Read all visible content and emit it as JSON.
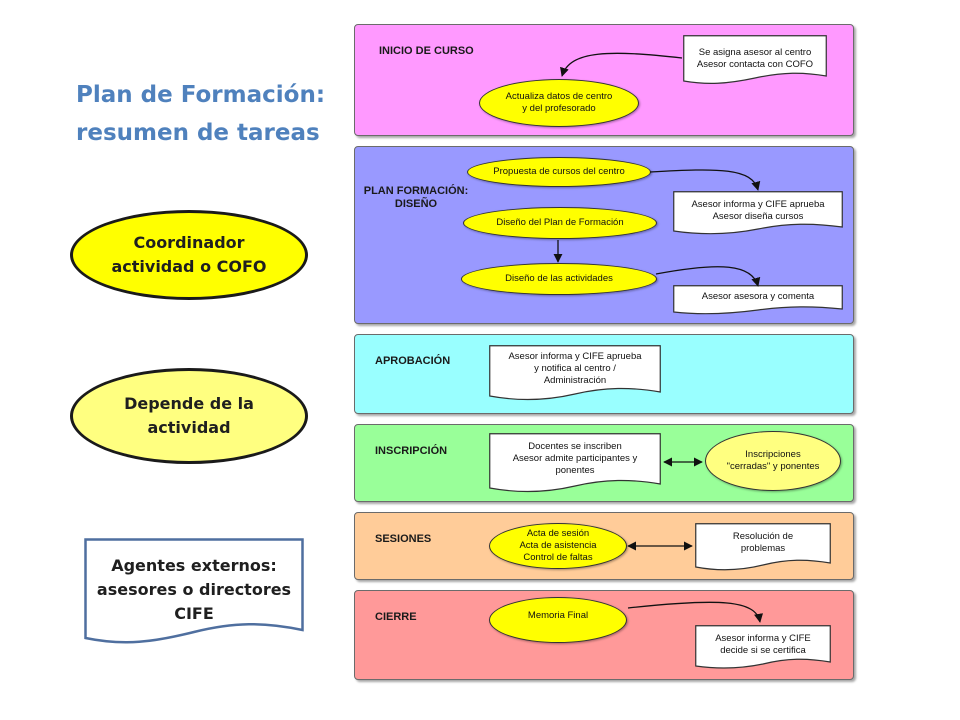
{
  "title": {
    "line1": "Plan de Formación:",
    "line2": "resumen de tareas"
  },
  "legend": {
    "coordinador": {
      "line1": "Coordinador",
      "line2": "actividad o COFO"
    },
    "depende": {
      "line1": "Depende de la",
      "line2": "actividad"
    },
    "externos": {
      "line1": "Agentes externos:",
      "line2": "asesores o directores",
      "line3": "CIFE"
    }
  },
  "colors": {
    "inicio": "#ff99ff",
    "diseno": "#9999ff",
    "aprobacion": "#99ffff",
    "inscripcion": "#99ff99",
    "sesiones": "#ffcc99",
    "cierre": "#ff9999",
    "yellow": "#ffff00",
    "light_yellow": "#ffff80",
    "title": "#4f81bd"
  },
  "bands": {
    "inicio": {
      "label": "INICIO DE CURSO",
      "doc": {
        "line1": "Se asigna asesor al centro",
        "line2": "Asesor contacta con COFO"
      },
      "oval": {
        "line1": "Actualiza datos de centro",
        "line2": "y del profesorado"
      }
    },
    "diseno": {
      "label_line1": "PLAN FORMACIÓN:",
      "label_line2": "DISEÑO",
      "oval1": "Propuesta de cursos del centro",
      "oval2": "Diseño del Plan de Formación",
      "oval3": "Diseño de las actividades",
      "doc1": {
        "line1": "Asesor informa y CIFE aprueba",
        "line2": "Asesor diseña cursos"
      },
      "doc2": "Asesor asesora y comenta"
    },
    "aprobacion": {
      "label": "APROBACIÓN",
      "doc": {
        "line1": "Asesor informa y CIFE aprueba",
        "line2": "y notifica al centro /",
        "line3": "Administración"
      }
    },
    "inscripcion": {
      "label": "INSCRIPCIÓN",
      "doc": {
        "line1": "Docentes se inscriben",
        "line2": "Asesor admite participantes y",
        "line3": "ponentes"
      },
      "oval": {
        "line1": "Inscripciones",
        "line2": "\"cerradas\" y ponentes"
      }
    },
    "sesiones": {
      "label": "SESIONES",
      "oval": {
        "line1": "Acta de sesión",
        "line2": "Acta de asistencia",
        "line3": "Control de faltas"
      },
      "doc": {
        "line1": "Resolución de",
        "line2": "problemas"
      }
    },
    "cierre": {
      "label": "CIERRE",
      "oval": "Memoria Final",
      "doc": {
        "line1": "Asesor informa y CIFE",
        "line2": "decide si se certifica"
      }
    }
  }
}
